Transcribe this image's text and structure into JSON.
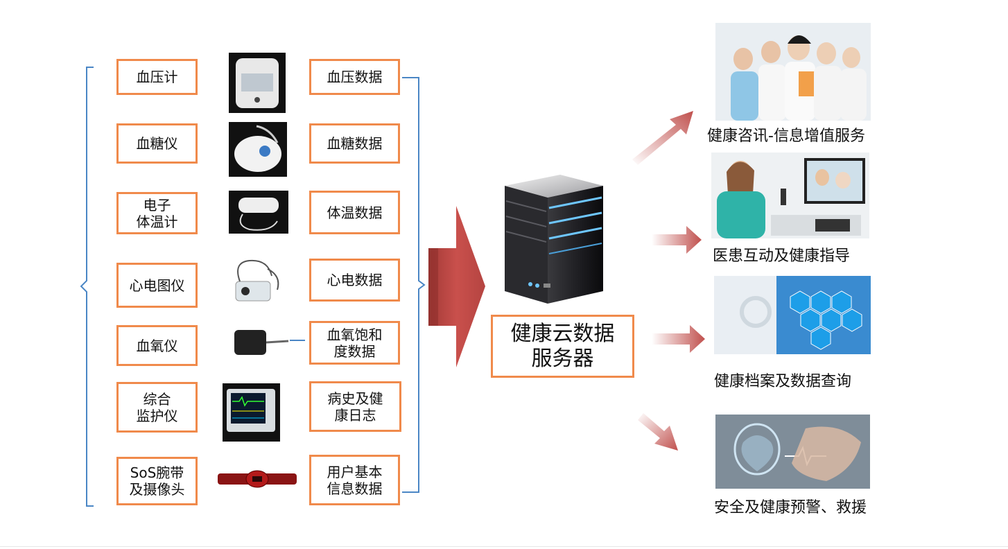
{
  "devices": [
    {
      "label": "血压计"
    },
    {
      "label": "血糖仪"
    },
    {
      "label": "电子\n体温计"
    },
    {
      "label": "心电图仪"
    },
    {
      "label": "血氧仪"
    },
    {
      "label": "综合\n监护仪"
    },
    {
      "label": "SoS腕带\n及摄像头"
    }
  ],
  "data_items": [
    {
      "label": "血压数据"
    },
    {
      "label": "血糖数据"
    },
    {
      "label": "体温数据"
    },
    {
      "label": "心电数据"
    },
    {
      "label": "血氧饱和\n度数据"
    },
    {
      "label": "病史及健\n康日志"
    },
    {
      "label": "用户基本\n信息数据"
    }
  ],
  "server": {
    "label": "健康云数据\n服务器"
  },
  "services": [
    {
      "label": "健康咨讯-信息增值服务"
    },
    {
      "label": "医患互动及健康指导"
    },
    {
      "label": "健康档案及数据查询"
    },
    {
      "label": "安全及健康预警、救援"
    }
  ],
  "colors": {
    "box_border": "#f08a4b",
    "brace": "#4a86c5",
    "arrow": "#c0504d"
  }
}
